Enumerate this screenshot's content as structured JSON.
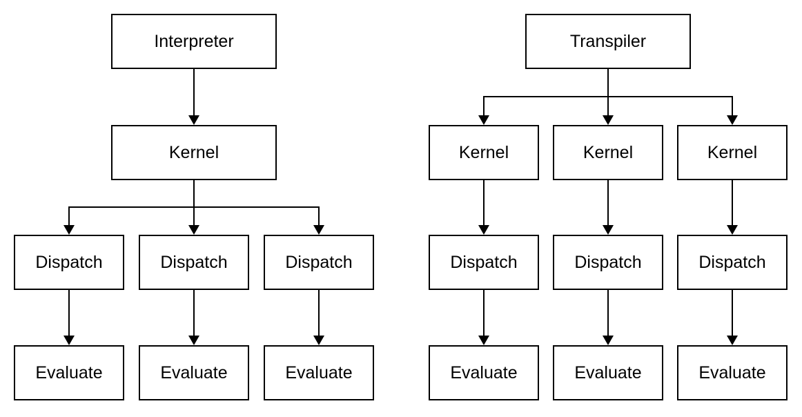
{
  "diagram": {
    "background": "#ffffff",
    "stroke_color": "#000000",
    "text_color": "#000000",
    "trees": [
      {
        "name": "interpreter-pipeline",
        "nodes": {
          "root": "Interpreter",
          "kernel": "Kernel",
          "dispatch_1": "Dispatch",
          "dispatch_2": "Dispatch",
          "dispatch_3": "Dispatch",
          "evaluate_1": "Evaluate",
          "evaluate_2": "Evaluate",
          "evaluate_3": "Evaluate"
        },
        "edges": [
          "Interpreter -> Kernel",
          "Kernel -> Dispatch (x3)",
          "Dispatch -> Evaluate (x3)"
        ]
      },
      {
        "name": "transpiler-pipeline",
        "nodes": {
          "root": "Transpiler",
          "kernel_1": "Kernel",
          "kernel_2": "Kernel",
          "kernel_3": "Kernel",
          "dispatch_1": "Dispatch",
          "dispatch_2": "Dispatch",
          "dispatch_3": "Dispatch",
          "evaluate_1": "Evaluate",
          "evaluate_2": "Evaluate",
          "evaluate_3": "Evaluate"
        },
        "edges": [
          "Transpiler -> Kernel (x3)",
          "Kernel -> Dispatch (x3, vertical)",
          "Dispatch -> Evaluate (x3)"
        ]
      }
    ]
  }
}
